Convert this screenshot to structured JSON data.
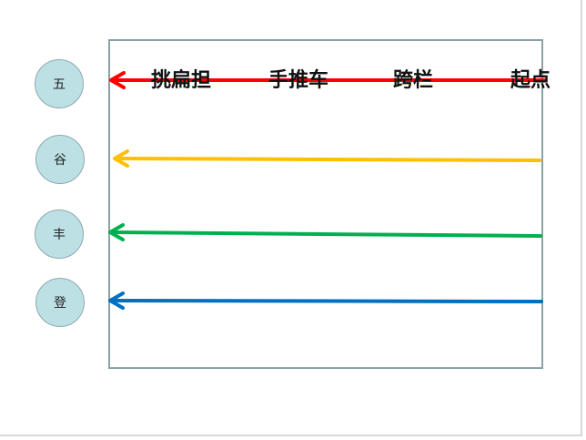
{
  "circles": [
    {
      "char": "五"
    },
    {
      "char": "谷"
    },
    {
      "char": "丰"
    },
    {
      "char": "登"
    }
  ],
  "stations": [
    {
      "label": "挑扁担"
    },
    {
      "label": "手推车"
    },
    {
      "label": "跨栏"
    },
    {
      "label": "起点"
    }
  ],
  "arrow_colors": [
    "#ff0000",
    "#ffc000",
    "#00b050",
    "#0070c0"
  ]
}
